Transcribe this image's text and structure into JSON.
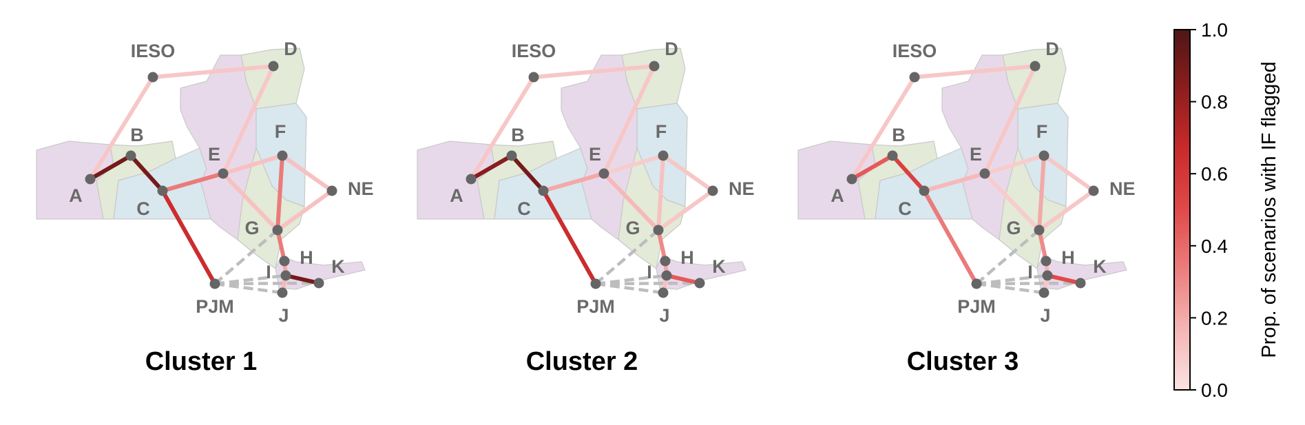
{
  "chart_data": {
    "type": "network-map",
    "panels": [
      {
        "title": "Cluster 1",
        "edges": [
          {
            "from": "IESO",
            "to": "A",
            "value": 0.1
          },
          {
            "from": "IESO",
            "to": "D",
            "value": 0.1
          },
          {
            "from": "A",
            "to": "B",
            "value": 0.9
          },
          {
            "from": "B",
            "to": "C",
            "value": 0.9
          },
          {
            "from": "C",
            "to": "E",
            "value": 0.35
          },
          {
            "from": "C",
            "to": "PJM",
            "value": 0.65
          },
          {
            "from": "D",
            "to": "E",
            "value": 0.1
          },
          {
            "from": "E",
            "to": "F",
            "value": 0.12
          },
          {
            "from": "E",
            "to": "G",
            "value": 0.12
          },
          {
            "from": "F",
            "to": "G",
            "value": 0.35
          },
          {
            "from": "F",
            "to": "NE",
            "value": 0.12
          },
          {
            "from": "G",
            "to": "NE",
            "value": 0.12
          },
          {
            "from": "G",
            "to": "H",
            "value": 0.35
          },
          {
            "from": "H",
            "to": "I",
            "value": 0.2
          },
          {
            "from": "I",
            "to": "J",
            "value": 0.15
          },
          {
            "from": "I",
            "to": "K",
            "value": 0.9
          }
        ]
      },
      {
        "title": "Cluster 2",
        "edges": [
          {
            "from": "IESO",
            "to": "A",
            "value": 0.1
          },
          {
            "from": "IESO",
            "to": "D",
            "value": 0.1
          },
          {
            "from": "A",
            "to": "B",
            "value": 0.85
          },
          {
            "from": "B",
            "to": "C",
            "value": 0.9
          },
          {
            "from": "C",
            "to": "E",
            "value": 0.2
          },
          {
            "from": "C",
            "to": "PJM",
            "value": 0.65
          },
          {
            "from": "D",
            "to": "E",
            "value": 0.1
          },
          {
            "from": "E",
            "to": "F",
            "value": 0.08
          },
          {
            "from": "E",
            "to": "G",
            "value": 0.15
          },
          {
            "from": "F",
            "to": "G",
            "value": 0.12
          },
          {
            "from": "F",
            "to": "NE",
            "value": 0.1
          },
          {
            "from": "G",
            "to": "NE",
            "value": 0.1
          },
          {
            "from": "G",
            "to": "H",
            "value": 0.3
          },
          {
            "from": "H",
            "to": "I",
            "value": 0.2
          },
          {
            "from": "I",
            "to": "J",
            "value": 0.12
          },
          {
            "from": "I",
            "to": "K",
            "value": 0.45
          }
        ]
      },
      {
        "title": "Cluster 3",
        "edges": [
          {
            "from": "IESO",
            "to": "A",
            "value": 0.1
          },
          {
            "from": "IESO",
            "to": "D",
            "value": 0.1
          },
          {
            "from": "A",
            "to": "B",
            "value": 0.45
          },
          {
            "from": "B",
            "to": "C",
            "value": 0.55
          },
          {
            "from": "C",
            "to": "E",
            "value": 0.15
          },
          {
            "from": "C",
            "to": "PJM",
            "value": 0.35
          },
          {
            "from": "D",
            "to": "E",
            "value": 0.1
          },
          {
            "from": "E",
            "to": "F",
            "value": 0.08
          },
          {
            "from": "E",
            "to": "G",
            "value": 0.08
          },
          {
            "from": "F",
            "to": "G",
            "value": 0.2
          },
          {
            "from": "F",
            "to": "NE",
            "value": 0.1
          },
          {
            "from": "G",
            "to": "NE",
            "value": 0.1
          },
          {
            "from": "G",
            "to": "H",
            "value": 0.3
          },
          {
            "from": "H",
            "to": "I",
            "value": 0.15
          },
          {
            "from": "I",
            "to": "J",
            "value": 0.1
          },
          {
            "from": "I",
            "to": "K",
            "value": 0.5
          }
        ]
      }
    ],
    "dashed_edges": [
      {
        "from": "PJM",
        "to": "G"
      },
      {
        "from": "PJM",
        "to": "I"
      },
      {
        "from": "PJM",
        "to": "J"
      },
      {
        "from": "PJM",
        "to": "K"
      }
    ],
    "nodes": [
      "IESO",
      "D",
      "A",
      "B",
      "C",
      "E",
      "F",
      "NE",
      "G",
      "H",
      "I",
      "K",
      "PJM",
      "J"
    ],
    "colorbar": {
      "label": "Prop. of scenarios with IF flagged",
      "range": [
        0,
        1
      ],
      "ticks": [
        "0.0",
        "0.2",
        "0.4",
        "0.6",
        "0.8",
        "1.0"
      ],
      "colormap": [
        "#fbe3e3",
        "#f5b4b4",
        "#ec7f7f",
        "#e04a4a",
        "#c92a2a",
        "#8f1e1e",
        "#4f1515"
      ]
    },
    "colors": {
      "node": "#656565",
      "dashed_edge": "#bdbdbd",
      "zone_purple": "#e8d9ea",
      "zone_green": "#e3ead7",
      "zone_blue": "#d9e7ee"
    }
  }
}
